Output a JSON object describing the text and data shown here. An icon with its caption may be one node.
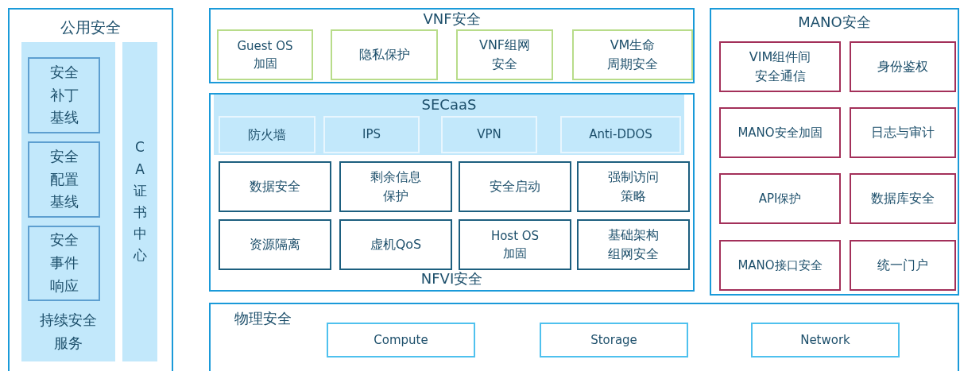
{
  "diagram": {
    "nodes": [
      {
        "text": [
          "公用安全"
        ]
      },
      {
        "text": [
          "持续安全服务"
        ],
        "in": 0
      },
      {
        "text": [
          "安全补丁基线"
        ],
        "in": 1
      },
      {
        "text": [
          "安全配置基线"
        ],
        "in": 1
      },
      {
        "text": [
          "安全事件响应"
        ],
        "in": 1
      },
      {
        "text": [
          "CA证书中心"
        ],
        "in": 0
      },
      {
        "text": [
          "VNF安全"
        ]
      },
      {
        "text": [
          "Guest OS加固"
        ],
        "in": 6
      },
      {
        "text": [
          "隐私保护"
        ],
        "in": 6
      },
      {
        "text": [
          "VNF组网安全"
        ],
        "in": 6
      },
      {
        "text": [
          "VM生命周期安全"
        ],
        "in": 6
      },
      {
        "text": [
          "NFVI安全"
        ]
      },
      {
        "text": [
          "SECaaS"
        ],
        "in": 11
      },
      {
        "text": [
          "防火墙"
        ],
        "in": 12
      },
      {
        "text": [
          "IPS"
        ],
        "in": 12
      },
      {
        "text": [
          "VPN"
        ],
        "in": 12
      },
      {
        "text": [
          "Anti-DDOS"
        ],
        "in": 12
      },
      {
        "text": [
          "数据安全"
        ],
        "in": 11
      },
      {
        "text": [
          "剩余信息保护"
        ],
        "in": 11
      },
      {
        "text": [
          "安全启动"
        ],
        "in": 11
      },
      {
        "text": [
          "强制访问策略"
        ],
        "in": 11
      },
      {
        "text": [
          "资源隔离"
        ],
        "in": 11
      },
      {
        "text": [
          "虚机QoS"
        ],
        "in": 11
      },
      {
        "text": [
          "Host OS加固"
        ],
        "in": 11
      },
      {
        "text": [
          "基础架构组网安全"
        ],
        "in": 11
      },
      {
        "text": [
          "MANO安全"
        ]
      },
      {
        "text": [
          "VIM组件间安全通信"
        ],
        "in": 25
      },
      {
        "text": [
          "身份鉴权"
        ],
        "in": 25
      },
      {
        "text": [
          "MANO安全加固"
        ],
        "in": 25
      },
      {
        "text": [
          "日志与审计"
        ],
        "in": 25
      },
      {
        "text": [
          "API保护"
        ],
        "in": 25
      },
      {
        "text": [
          "数据库安全"
        ],
        "in": 25
      },
      {
        "text": [
          "MANO接口安全"
        ],
        "in": 25
      },
      {
        "text": [
          "统一门户"
        ],
        "in": 25
      },
      {
        "text": [
          "物理安全"
        ]
      },
      {
        "text": [
          "Compute"
        ],
        "in": 34
      },
      {
        "text": [
          "Storage"
        ],
        "in": 34
      },
      {
        "text": [
          "Network"
        ],
        "in": 34
      }
    ]
  }
}
